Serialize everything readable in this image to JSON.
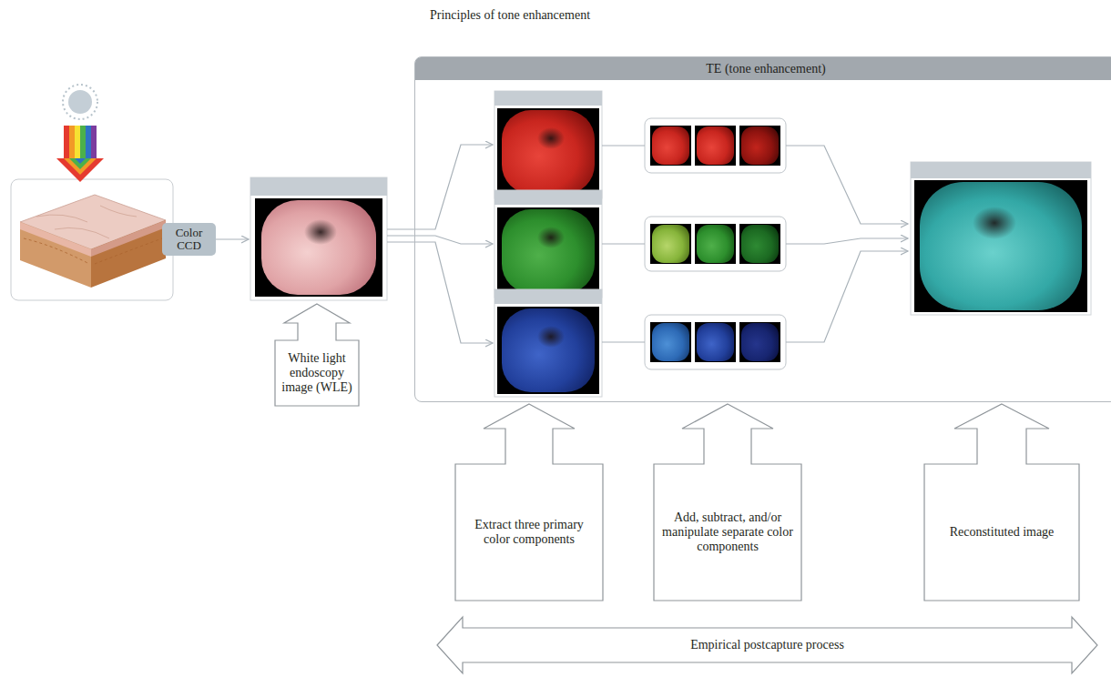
{
  "diagram": {
    "title": "Principles of tone enhancement",
    "nodes": [
      {
        "text": [
          "Color CCD"
        ]
      },
      {
        "text": [
          "TE (tone enhancement)"
        ]
      },
      {
        "text": [
          "White light endoscopy image (WLE)"
        ]
      },
      {
        "text": [
          "Extract three primary color components"
        ]
      },
      {
        "text": [
          "Add, subtract, and/or manipulate separate color components"
        ]
      },
      {
        "text": [
          "Reconstituted image"
        ]
      },
      {
        "text": [
          "Empirical postcapture process"
        ]
      }
    ]
  }
}
